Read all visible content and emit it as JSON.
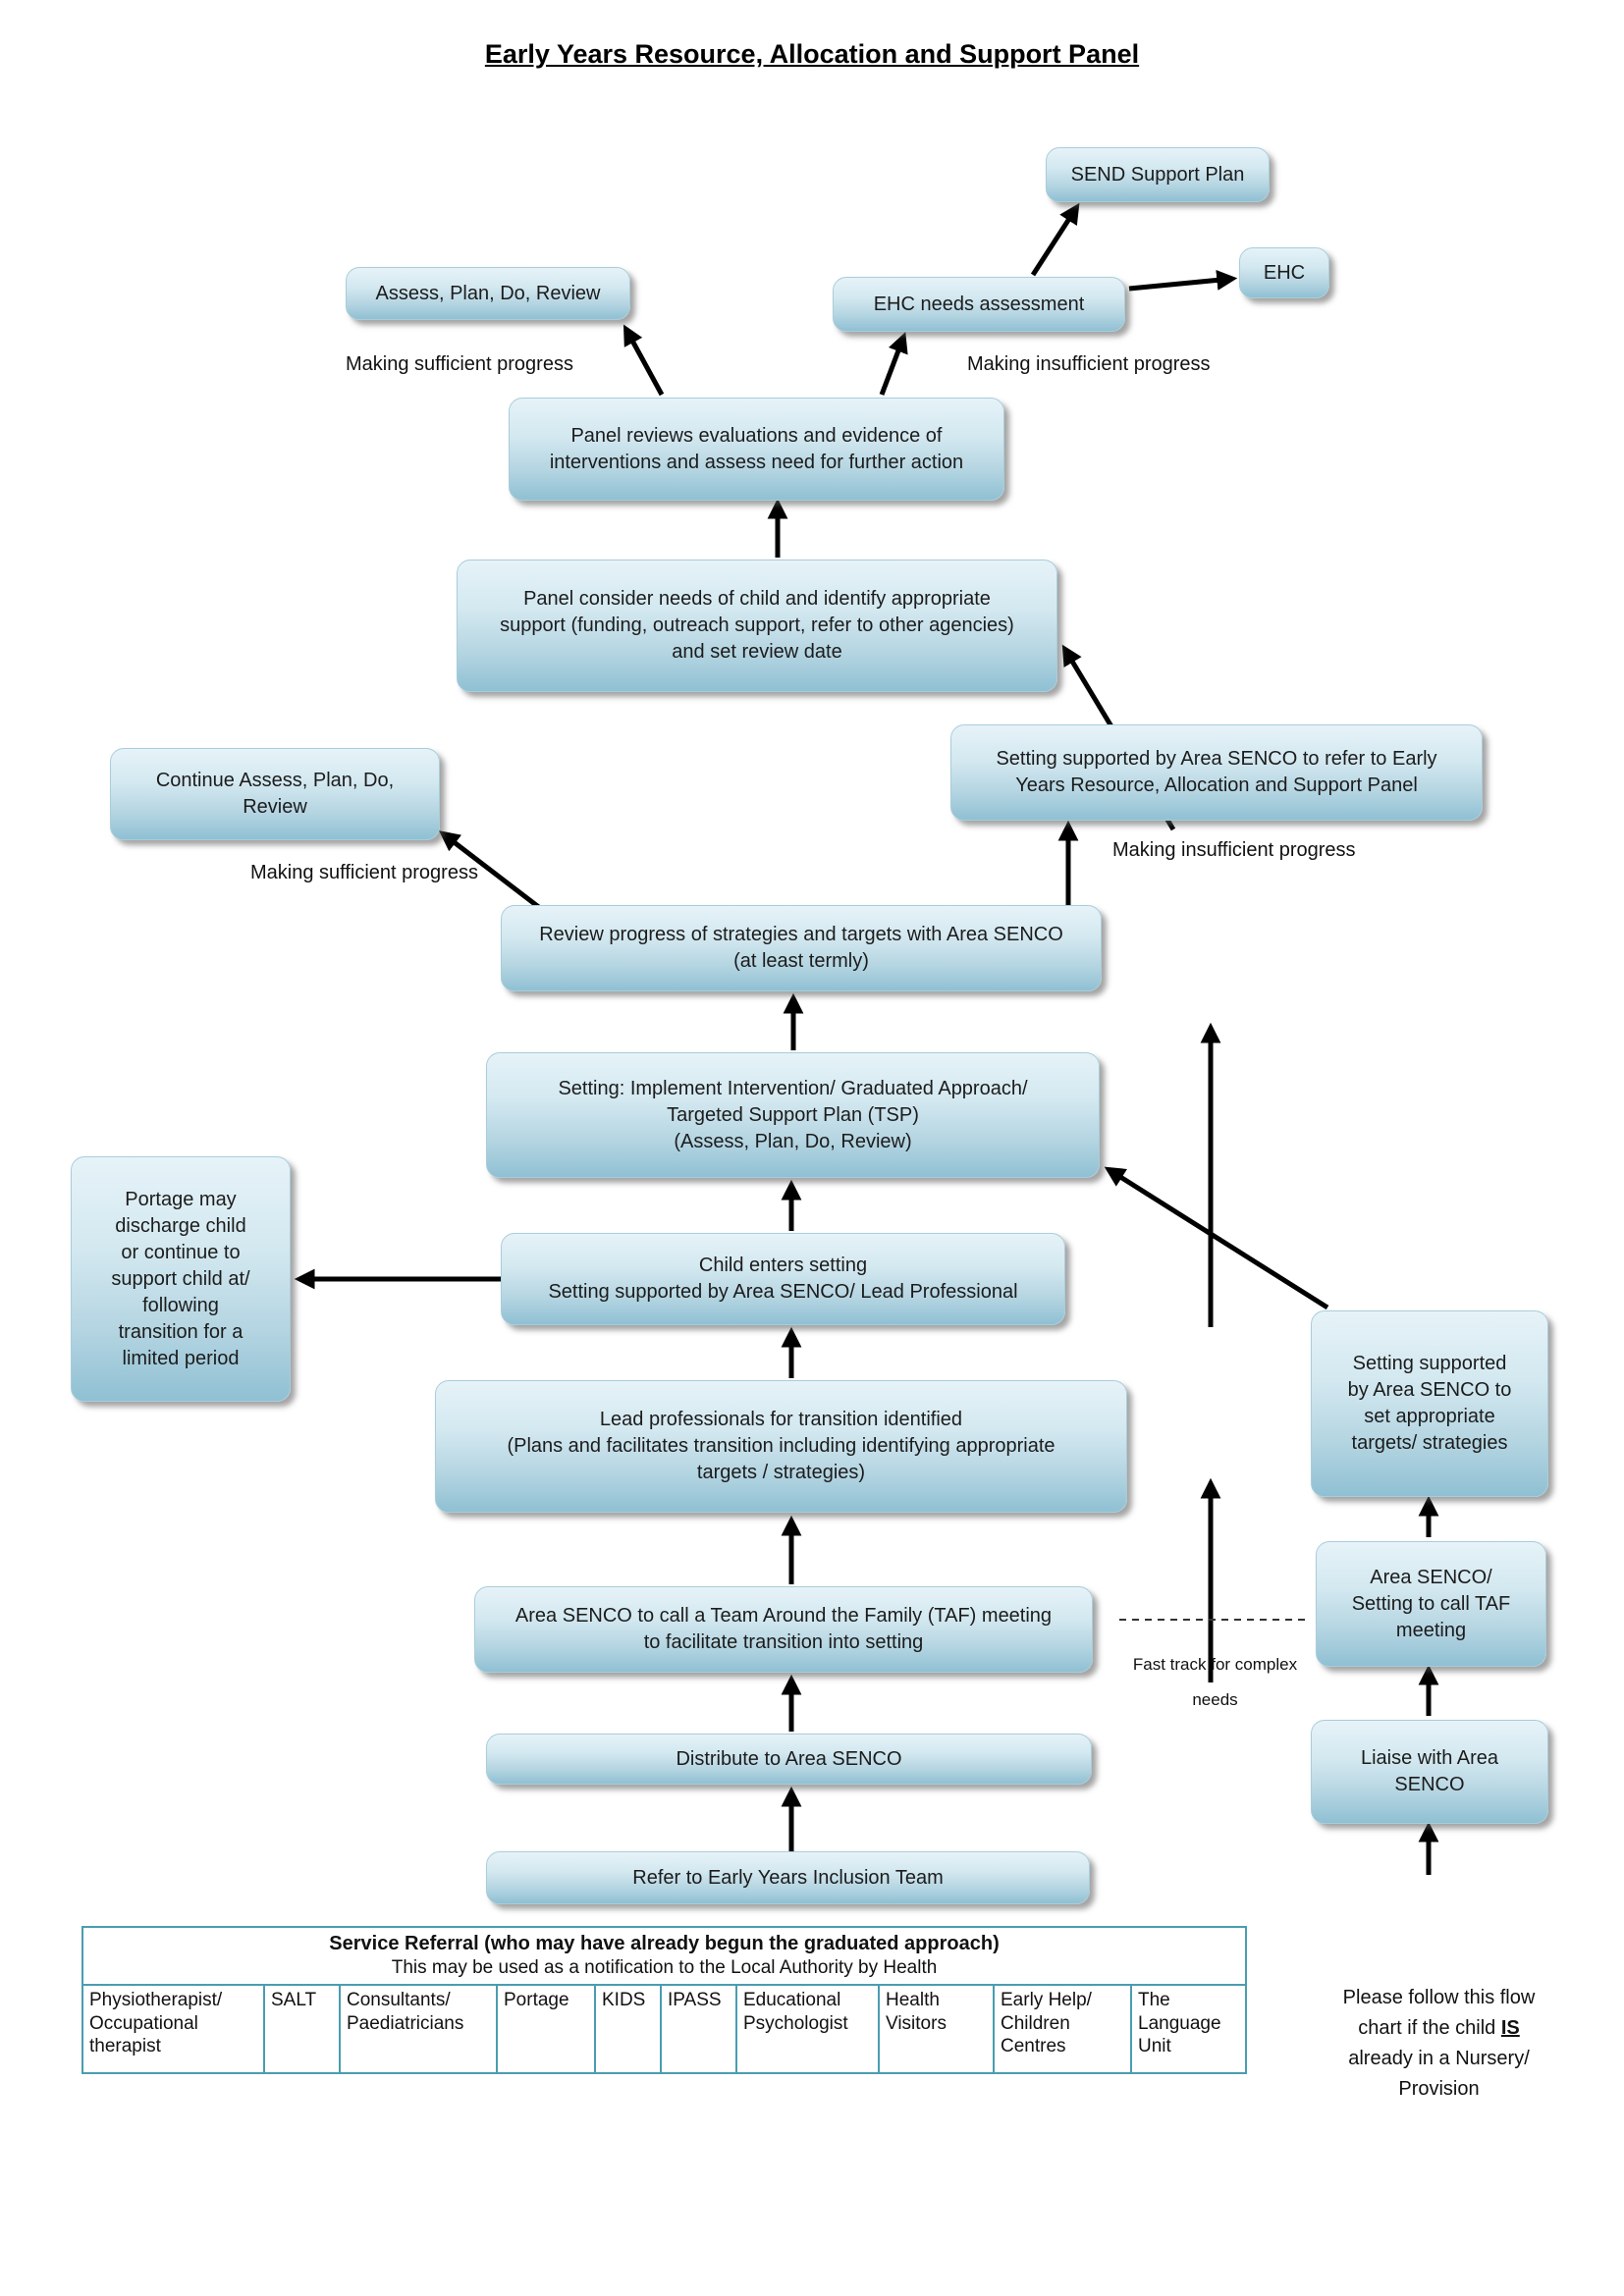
{
  "title": "Early Years Resource, Allocation and Support Panel",
  "boxes": {
    "send_support_plan": "SEND Support Plan",
    "ehc": "EHC",
    "assess_plan_do_review": "Assess, Plan, Do, Review",
    "ehc_needs_assessment": "EHC needs assessment",
    "panel_reviews": "Panel reviews evaluations and evidence of\ninterventions and assess need for further action",
    "panel_consider": "Panel consider needs of child and identify appropriate\nsupport (funding, outreach support, refer to other agencies)\nand set review date",
    "setting_refer_panel": "Setting supported by Area SENCO to refer to Early\nYears Resource, Allocation and Support Panel",
    "continue_apdr": "Continue Assess, Plan, Do,\nReview",
    "review_progress": "Review progress of strategies and targets with Area SENCO\n(at least termly)",
    "setting_implement": "Setting: Implement Intervention/ Graduated Approach/\nTargeted Support Plan (TSP)\n(Assess, Plan, Do, Review)",
    "portage_discharge": "Portage may\ndischarge child\nor continue to\nsupport child at/\nfollowing\ntransition for a\nlimited period",
    "child_enters_setting": "Child enters setting\nSetting supported by Area SENCO/ Lead Professional",
    "setting_set_targets": "Setting supported\nby Area SENCO to\nset appropriate\ntargets/ strategies",
    "lead_professionals": "Lead professionals for transition identified\n(Plans and facilitates transition including identifying appropriate\ntargets / strategies)",
    "area_senco_call_taf": "Area SENCO/\nSetting to call TAF\nmeeting",
    "taf_meeting": "Area SENCO to call a Team Around the Family (TAF) meeting\nto facilitate transition into setting",
    "liaise_area_senco": "Liaise with Area\nSENCO",
    "distribute_area_senco": "Distribute to Area SENCO",
    "refer_inclusion_team": "Refer to Early Years Inclusion Team"
  },
  "labels": {
    "making_sufficient_top": "Making sufficient progress",
    "making_insufficient_top": "Making insufficient progress",
    "making_sufficient_mid": "Making sufficient progress",
    "making_insufficient_mid": "Making insufficient progress",
    "fast_track": "Fast track for complex\nneeds"
  },
  "note": {
    "before": "Please follow this flow chart if the child ",
    "emphasis": "IS",
    "after": " already in a Nursery/ Provision"
  },
  "referral_table": {
    "title": "Service Referral (who may have already begun the graduated approach)",
    "subtitle": "This may be used as a notification to the Local Authority by Health",
    "columns": [
      "Physiotherapist/ Occupational therapist",
      "SALT",
      "Consultants/ Paediatricians",
      "Portage",
      "KIDS",
      "IPASS",
      "Educational Psychologist",
      "Health Visitors",
      "Early Help/ Children Centres",
      "The Language Unit"
    ]
  },
  "colors": {
    "box_gradient_top": "#e6f3f8",
    "box_gradient_bottom": "#8fc0d3",
    "table_border": "#4a9db0",
    "arrow": "#000000"
  }
}
